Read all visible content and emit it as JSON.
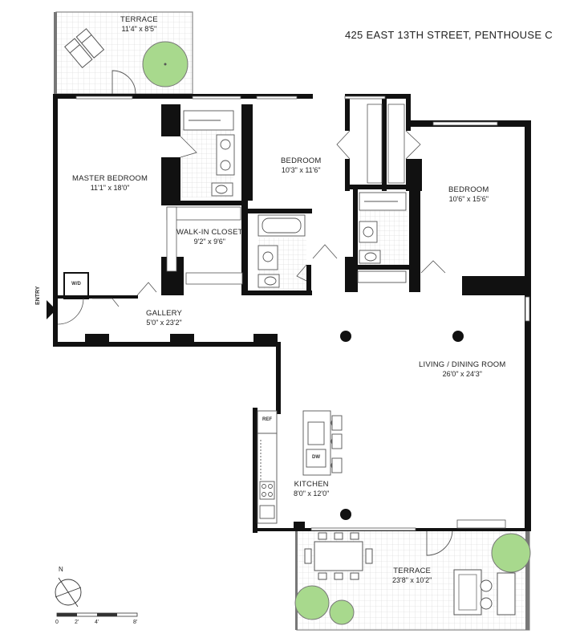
{
  "header": {
    "title": "425 EAST 13TH STREET, PENTHOUSE C"
  },
  "rooms": [
    {
      "name": "TERRACE",
      "dims": "11'4\" x 8'5\""
    },
    {
      "name": "MASTER BEDROOM",
      "dims": "11'1\" x 18'0\""
    },
    {
      "name": "WALK-IN CLOSET",
      "dims": "9'2\" x 9'6\""
    },
    {
      "name": "BEDROOM",
      "dims": "10'3\" x 11'6\""
    },
    {
      "name": "BEDROOM",
      "dims": "10'6\" x 15'6\""
    },
    {
      "name": "GALLERY",
      "dims": "5'0\" x 23'2\""
    },
    {
      "name": "LIVING / DINING ROOM",
      "dims": "26'0\" x 24'3\""
    },
    {
      "name": "KITCHEN",
      "dims": "8'0\" x 12'0\""
    },
    {
      "name": "TERRACE",
      "dims": "23'8\" x 10'2\""
    }
  ],
  "fixtures": {
    "washer_dryer": "W/D",
    "refrigerator": "REF",
    "dishwasher": "DW"
  },
  "entry": "ENTRY",
  "compass": {
    "label": "N"
  },
  "scale": {
    "labels": [
      "0",
      "2'",
      "4'",
      "8'"
    ]
  }
}
